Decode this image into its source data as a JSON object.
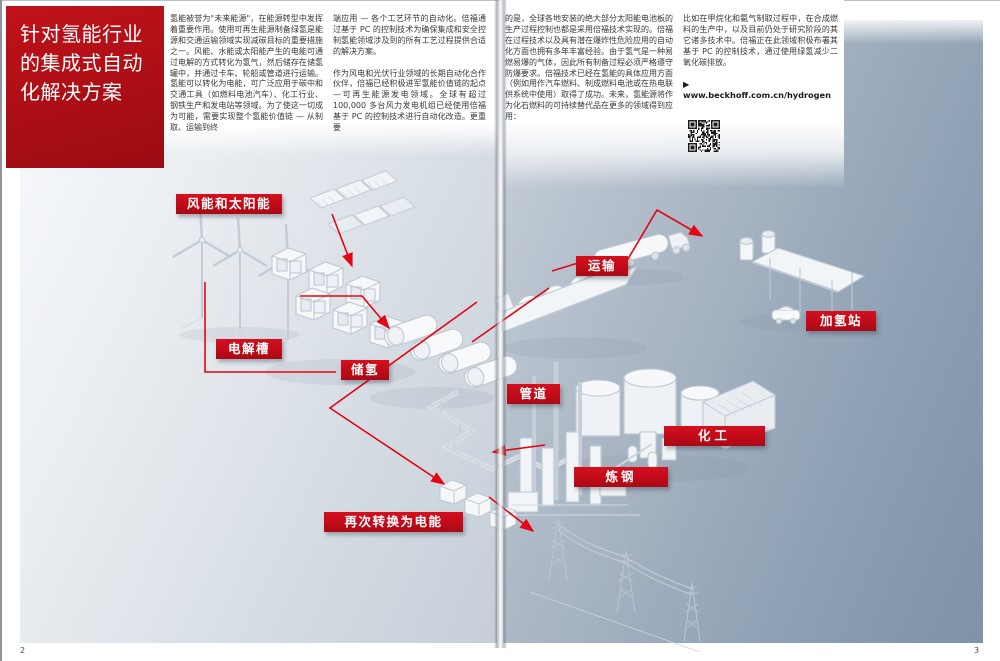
{
  "title_block": {
    "title": "针对氢能行业的集成式自动化解决方案",
    "bg_color": "#b00f16"
  },
  "columns": {
    "col1": "氢能被誉为\"未来能源\"，在能源转型中发挥着重要作用。使用可再生能源制备绿氢是能源和交通运输领域实现减碳目标的重要措施之一。风能、水能或太阳能产生的电能可通过电解的方式转化为氢气，然后储存在储氢罐中，并通过卡车、轮船或管道进行运输。氢能可以转化为电能，可广泛应用于碳中和交通工具（如燃料电池汽车）、化工行业、钢铁生产和发电站等领域。为了使这一切成为可能，需要实现整个氢能价值链 — 从制取、运输到终",
    "col2_p1": "端应用 — 各个工艺环节的自动化。倍福通过基于 PC 的控制技术为确保集成和安全控制氢能领域涉及到的所有工艺过程提供合适的解决方案。",
    "col2_p2": "作为风电和光伏行业领域的长期自动化合作伙伴，倍福已经积极进军氢能价值链的起点—可再生能源发电领域。全球有超过100,000 多台风力发电机组已经使用倍福基于 PC 的控制技术进行自动化改造。更重要",
    "col3": "的是，全球各地安装的绝大部分太阳能电池板的生产过程控制也都是采用倍福技术实现的。倍福在过程技术以及具有潜在爆炸性危险应用的自动化方面也拥有多年丰富经验。由于氢气是一种易燃易爆的气体，因此所有制备过程必须严格遵守防爆要求。倍福技术已经在氢能的具体应用方面（例如用作汽车燃料、制成燃料电池或在热电联供系统中使用）取得了成功。未来，氢能源将作为化石燃料的可持续替代品在更多的领域得到应用：",
    "col4": "比如在甲烷化和氨气制取过程中，在合成燃料的生产中，以及目前仍处于研究阶段的其它诸多技术中。倍福正在此领域积极布署其基于 PC 的控制技术，通过使用绿氢减少二氧化碳排放。",
    "link_arrow": "▶",
    "link": "www.beckhoff.com.cn/hydrogen"
  },
  "diagram": {
    "labels": [
      {
        "text": "风能和太阳能"
      },
      {
        "text": "电解槽"
      },
      {
        "text": "储氢"
      },
      {
        "text": "运输"
      },
      {
        "text": "加氢站"
      },
      {
        "text": "管道"
      },
      {
        "text": "化工"
      },
      {
        "text": "炼钢"
      },
      {
        "text": "再次转换为电能"
      }
    ],
    "colors": {
      "label_red": "#c00a18",
      "arrow_red": "#e30613",
      "title_red": "#b00f16",
      "image_blue_grey": "#8da0b4"
    },
    "icons": [
      "qr-code"
    ]
  },
  "page": {
    "left_number": "2",
    "right_number": "3"
  }
}
